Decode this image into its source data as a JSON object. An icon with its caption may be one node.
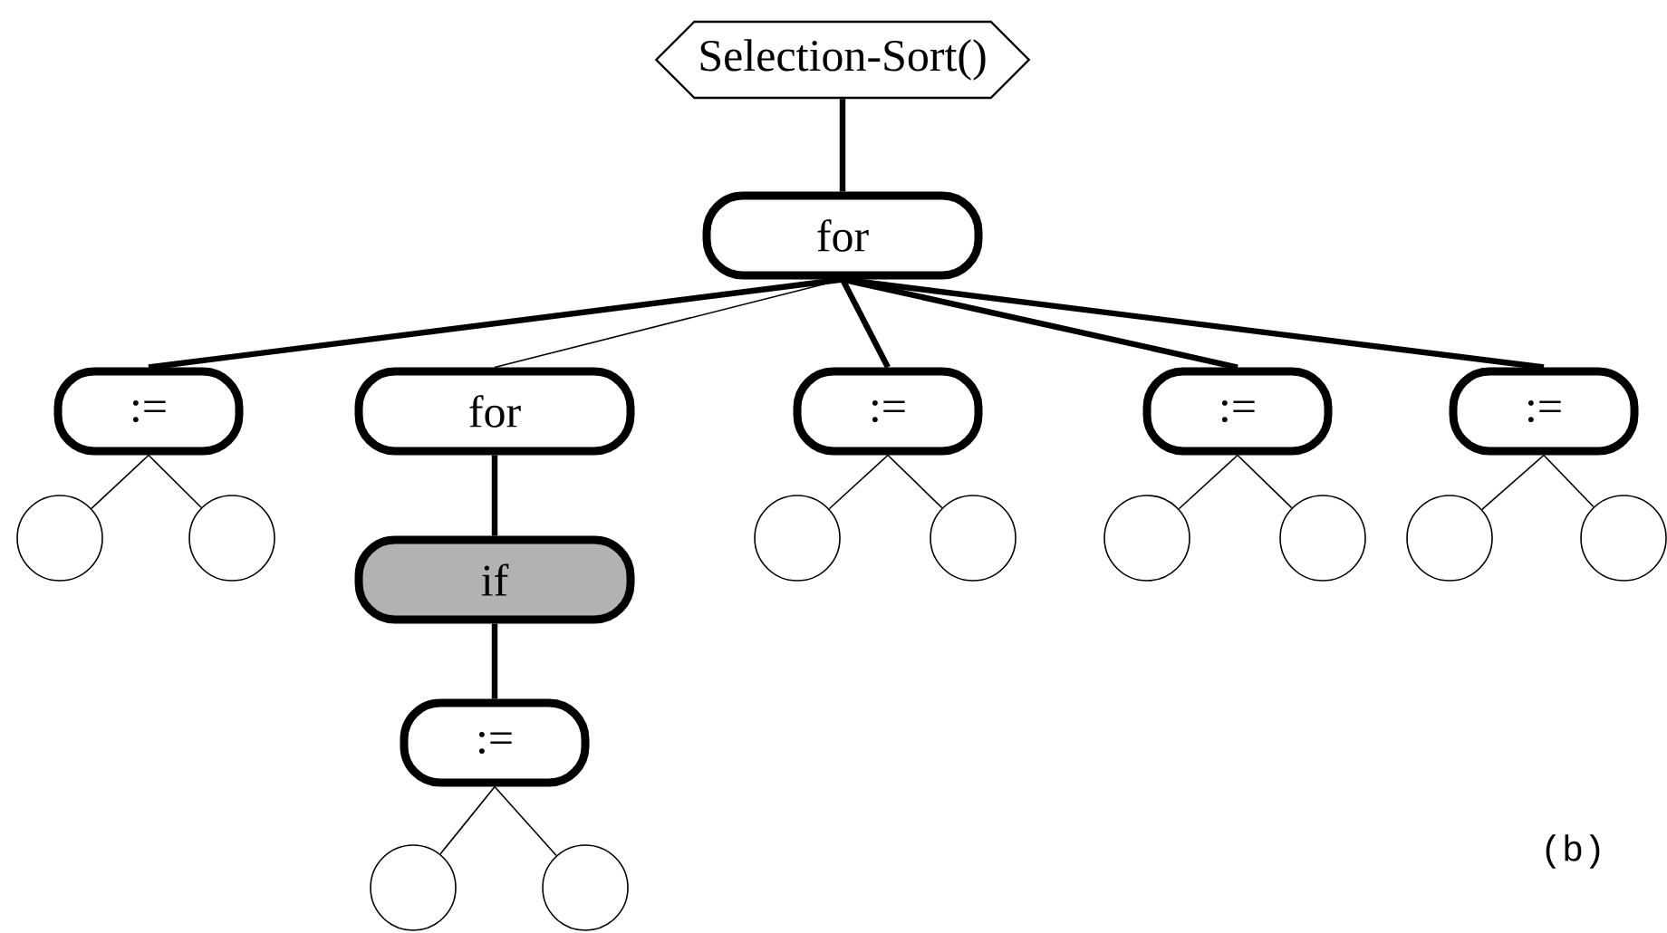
{
  "diagram": {
    "nodes": [
      {
        "text": [
          "Selection-Sort()"
        ]
      },
      {
        "text": [
          "for"
        ]
      },
      {
        "text": [
          ":="
        ]
      },
      {
        "text": [
          "for"
        ]
      },
      {
        "text": [
          ":="
        ]
      },
      {
        "text": [
          ":="
        ]
      },
      {
        "text": [
          ":="
        ]
      },
      {
        "text": [],
        "shape": "circle"
      },
      {
        "text": [],
        "shape": "circle"
      },
      {
        "text": [],
        "shape": "circle"
      },
      {
        "text": [],
        "shape": "circle"
      },
      {
        "text": [],
        "shape": "circle"
      },
      {
        "text": [],
        "shape": "circle"
      },
      {
        "text": [],
        "shape": "circle"
      },
      {
        "text": [],
        "shape": "circle"
      },
      {
        "text": [
          "if"
        ]
      },
      {
        "text": [
          ":="
        ]
      },
      {
        "text": [],
        "shape": "circle"
      },
      {
        "text": [],
        "shape": "circle"
      }
    ],
    "edges": [
      {
        "from": 0,
        "to": 1,
        "arrow": "none",
        "style": "thick"
      },
      {
        "from": 1,
        "to": 2,
        "arrow": "none",
        "style": "thick"
      },
      {
        "from": 1,
        "to": 3,
        "arrow": "none"
      },
      {
        "from": 1,
        "to": 4,
        "arrow": "none",
        "style": "thick"
      },
      {
        "from": 1,
        "to": 5,
        "arrow": "none",
        "style": "thick"
      },
      {
        "from": 1,
        "to": 6,
        "arrow": "none",
        "style": "thick"
      },
      {
        "from": 2,
        "to": 7,
        "arrow": "none"
      },
      {
        "from": 2,
        "to": 8,
        "arrow": "none"
      },
      {
        "from": 4,
        "to": 9,
        "arrow": "none"
      },
      {
        "from": 4,
        "to": 10,
        "arrow": "none"
      },
      {
        "from": 5,
        "to": 11,
        "arrow": "none"
      },
      {
        "from": 5,
        "to": 12,
        "arrow": "none"
      },
      {
        "from": 6,
        "to": 13,
        "arrow": "none"
      },
      {
        "from": 6,
        "to": 14,
        "arrow": "none"
      },
      {
        "from": 3,
        "to": 15,
        "arrow": "none",
        "style": "thick"
      },
      {
        "from": 15,
        "to": 16,
        "arrow": "none",
        "style": "thick"
      },
      {
        "from": 16,
        "to": 17,
        "arrow": "none"
      },
      {
        "from": 16,
        "to": 18,
        "arrow": "none"
      }
    ],
    "labels": [
      "(b)"
    ]
  }
}
